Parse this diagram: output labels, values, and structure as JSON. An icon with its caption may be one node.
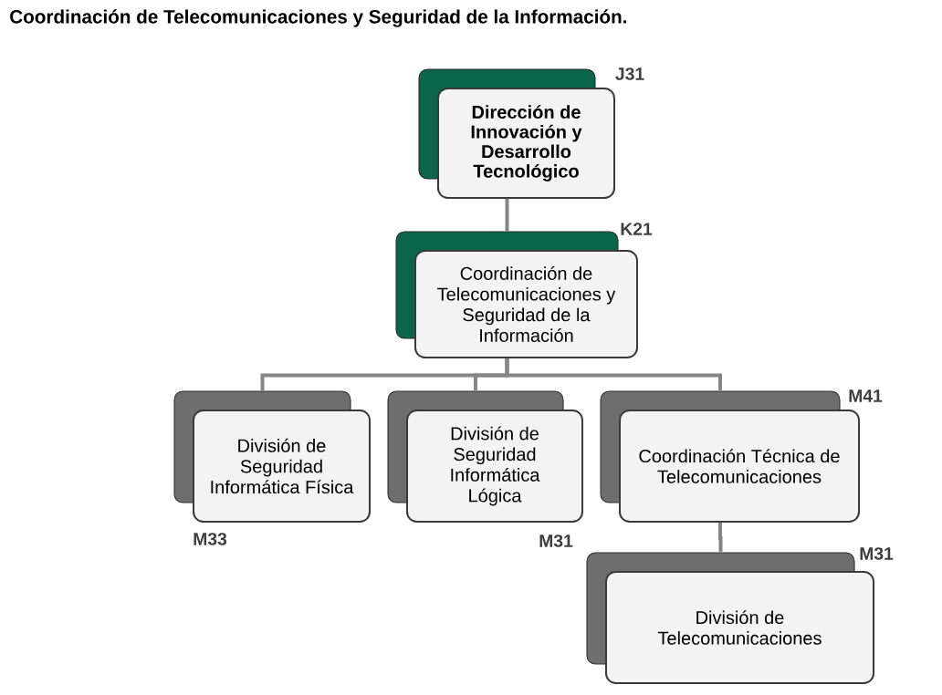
{
  "diagram": {
    "title": "Coordinación de Telecomunicaciones y Seguridad de la Información.",
    "nodes": [
      {
        "text": [
          "Dirección de Innovación y Desarrollo Tecnológico"
        ],
        "beside": [
          "J31"
        ]
      },
      {
        "text": [
          "Coordinación de Telecomunicaciones y Seguridad de la Información"
        ],
        "beside": [
          "K21"
        ]
      },
      {
        "text": [
          "División de Seguridad Informática Física"
        ],
        "beside": [
          "M33"
        ]
      },
      {
        "text": [
          "División de Seguridad Informática Lógica"
        ],
        "beside": [
          "M31"
        ]
      },
      {
        "text": [
          "Coordinación Técnica de Telecomunicaciones"
        ],
        "beside": [
          "M41"
        ]
      },
      {
        "text": [
          "División de Telecomunicaciones"
        ],
        "beside": [
          "M31"
        ]
      }
    ],
    "edges": [
      {
        "from": 0,
        "to": 1,
        "arrow": "none"
      },
      {
        "from": 1,
        "to": 2,
        "arrow": "none"
      },
      {
        "from": 1,
        "to": 3,
        "arrow": "none"
      },
      {
        "from": 1,
        "to": 4,
        "arrow": "none"
      },
      {
        "from": 4,
        "to": 5,
        "arrow": "none"
      }
    ]
  }
}
